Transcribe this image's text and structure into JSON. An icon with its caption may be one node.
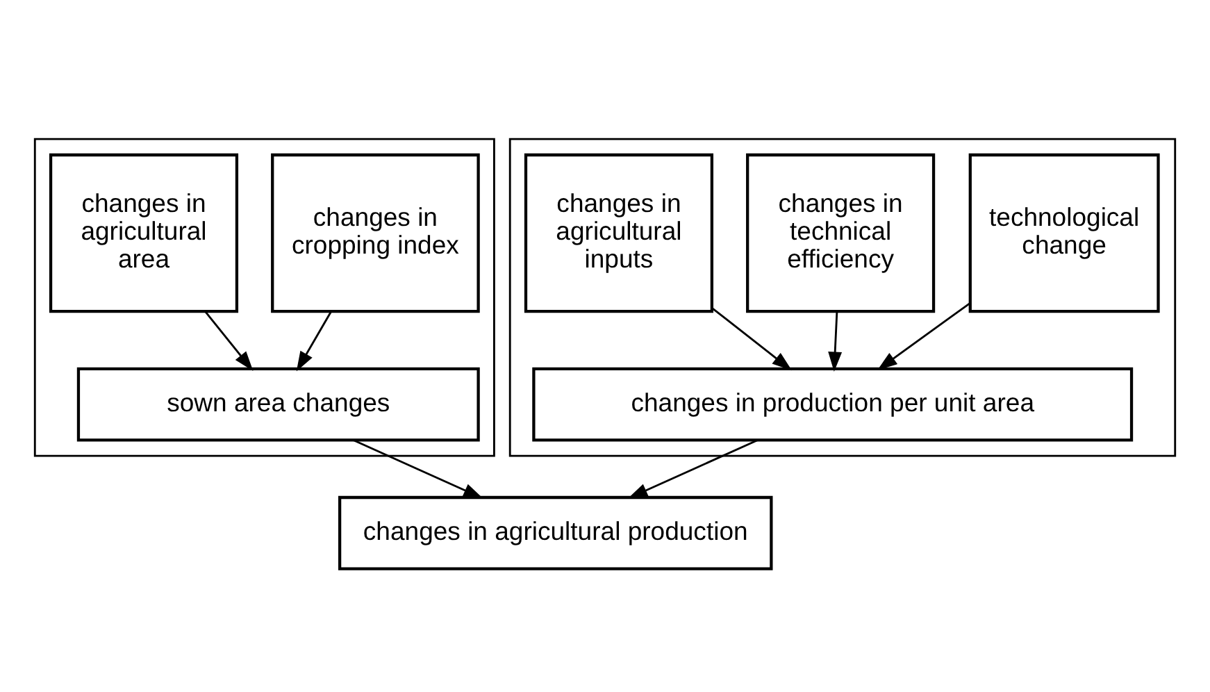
{
  "diagram": {
    "nodes": [
      {
        "text": [],
        "shape": "box"
      },
      {
        "text": [
          "changes in agricultural area"
        ],
        "in": 0
      },
      {
        "text": [
          "changes in cropping index"
        ],
        "in": 0
      },
      {
        "text": [
          "sown area changes"
        ],
        "in": 0
      },
      {
        "text": [],
        "shape": "box"
      },
      {
        "text": [
          "changes in agricultural inputs"
        ],
        "in": 4
      },
      {
        "text": [
          "changes in technical efficiency"
        ],
        "in": 4
      },
      {
        "text": [
          "technological change"
        ],
        "in": 4
      },
      {
        "text": [
          "changes in production per unit area"
        ],
        "in": 4
      },
      {
        "text": [
          "changes in agricultural production"
        ]
      }
    ],
    "edges": [
      {
        "from": 1,
        "to": 3,
        "arrow": "to"
      },
      {
        "from": 2,
        "to": 3,
        "arrow": "to"
      },
      {
        "from": 5,
        "to": 8,
        "arrow": "to"
      },
      {
        "from": 6,
        "to": 8,
        "arrow": "to"
      },
      {
        "from": 7,
        "to": 8,
        "arrow": "to"
      },
      {
        "from": 3,
        "to": 9,
        "arrow": "to"
      },
      {
        "from": 8,
        "to": 9,
        "arrow": "to"
      }
    ]
  }
}
